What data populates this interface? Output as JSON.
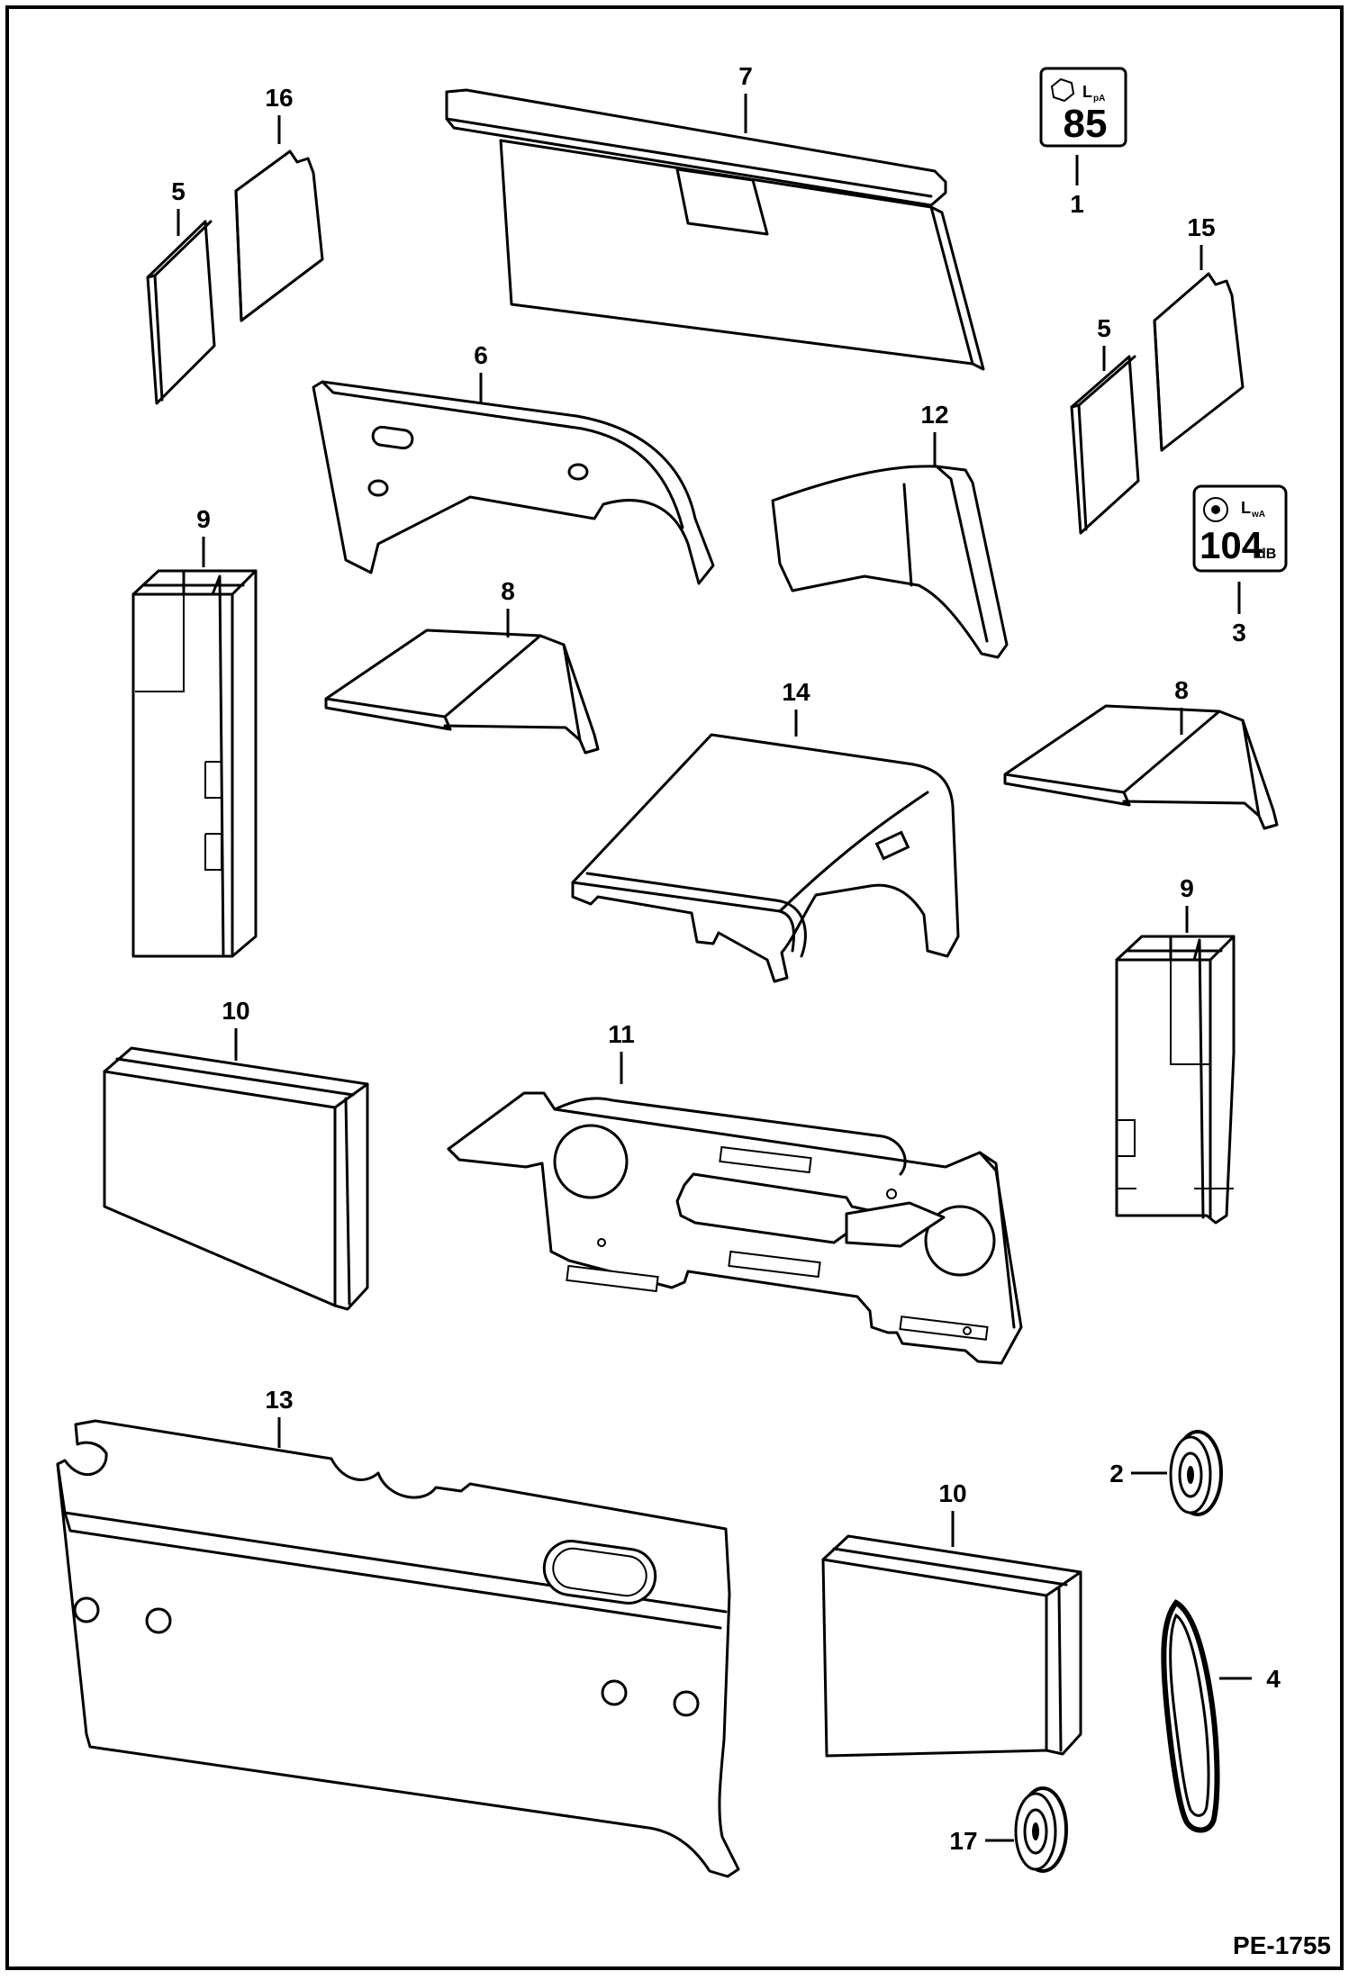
{
  "figure_code": "PE-1755",
  "decals": {
    "decal_1": {
      "unit": "L",
      "sub": "pA",
      "value": "85"
    },
    "decal_3": {
      "unit": "L",
      "sub": "wA",
      "value": "104",
      "suffix": "dB"
    }
  },
  "callouts": [
    {
      "key": "c16",
      "label": "16"
    },
    {
      "key": "c5a",
      "label": "5"
    },
    {
      "key": "c7",
      "label": "7"
    },
    {
      "key": "c1",
      "label": "1"
    },
    {
      "key": "c15",
      "label": "15"
    },
    {
      "key": "c5b",
      "label": "5"
    },
    {
      "key": "c6",
      "label": "6"
    },
    {
      "key": "c12",
      "label": "12"
    },
    {
      "key": "c3",
      "label": "3"
    },
    {
      "key": "c9a",
      "label": "9"
    },
    {
      "key": "c8a",
      "label": "8"
    },
    {
      "key": "c14",
      "label": "14"
    },
    {
      "key": "c8b",
      "label": "8"
    },
    {
      "key": "c9b",
      "label": "9"
    },
    {
      "key": "c10a",
      "label": "10"
    },
    {
      "key": "c11",
      "label": "11"
    },
    {
      "key": "c13",
      "label": "13"
    },
    {
      "key": "c2",
      "label": "2"
    },
    {
      "key": "c10b",
      "label": "10"
    },
    {
      "key": "c4",
      "label": "4"
    },
    {
      "key": "c17",
      "label": "17"
    }
  ]
}
